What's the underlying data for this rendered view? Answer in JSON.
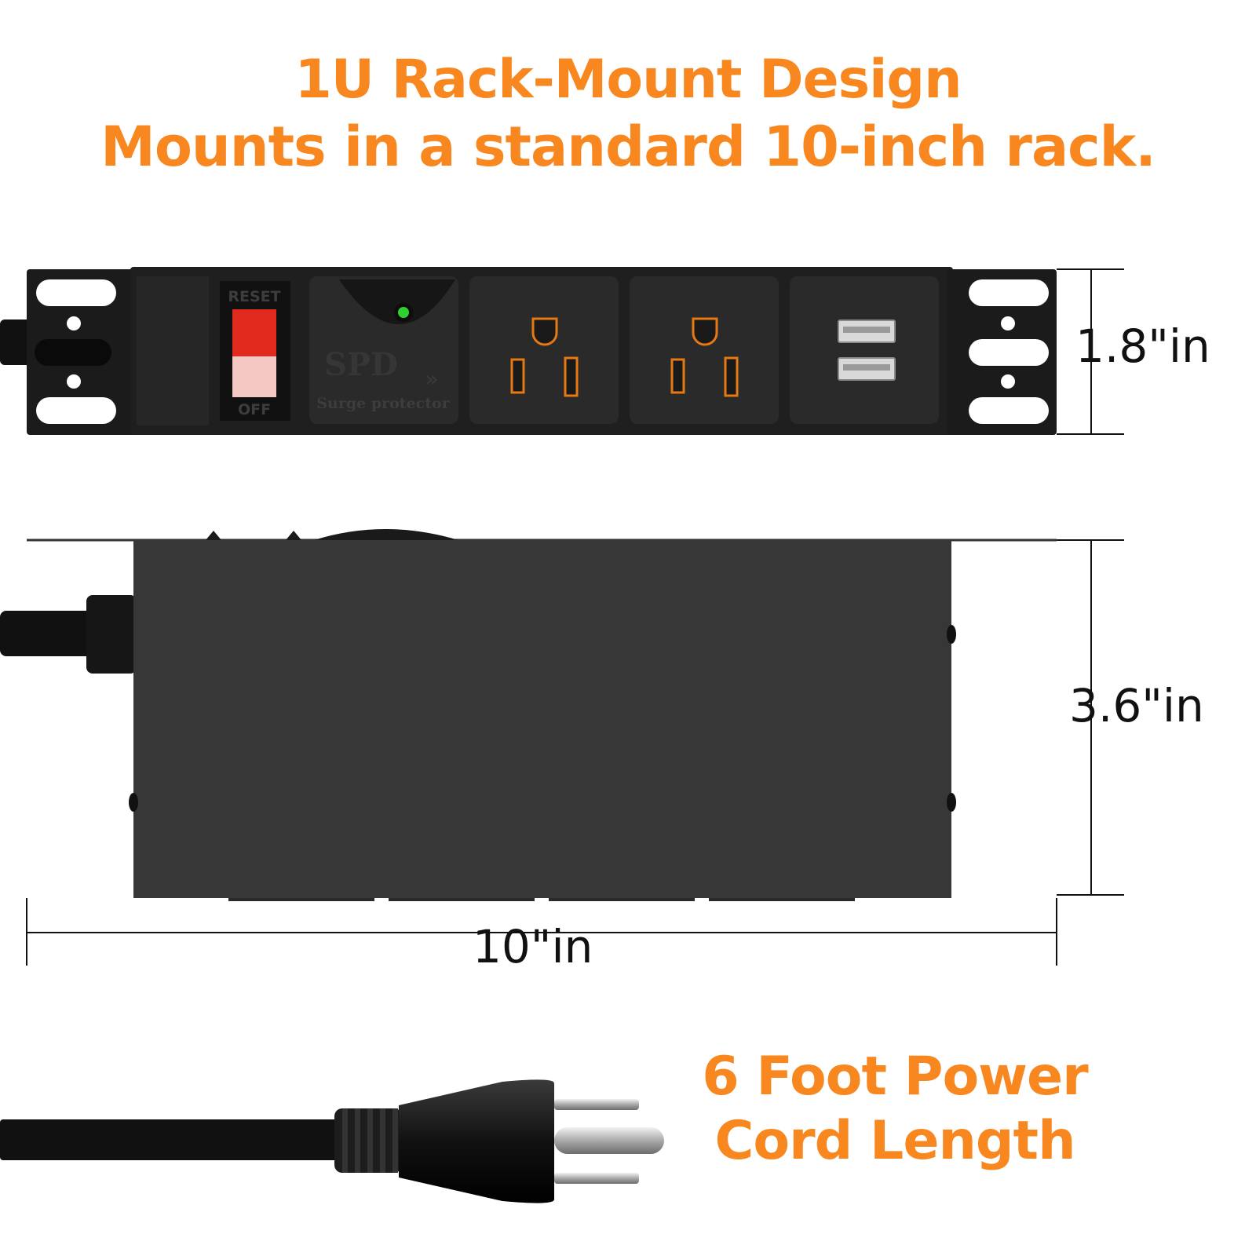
{
  "colors": {
    "accent": "#f7871e",
    "device": "#1f1f1f",
    "reset_switch": "#e02a1e",
    "led": "#2fd12f"
  },
  "headline": {
    "line1": "1U Rack-Mount Design",
    "line2": "Mounts in a standard 10-inch rack."
  },
  "front_panel": {
    "switch_top_label": "RESET",
    "switch_bottom_label": "OFF",
    "spd_label": "SPD",
    "spd_caption": "Surge protector"
  },
  "dimensions": {
    "height": "1.8\"in",
    "depth": "3.6\"in",
    "width": "10\"in"
  },
  "cord": {
    "line1": "6 Foot Power",
    "line2": "Cord Length"
  },
  "icons": [
    "mounting-ear-icon",
    "reset-switch-icon",
    "led-indicator-icon",
    "outlet-icon",
    "usb-port-icon",
    "power-plug-icon"
  ]
}
